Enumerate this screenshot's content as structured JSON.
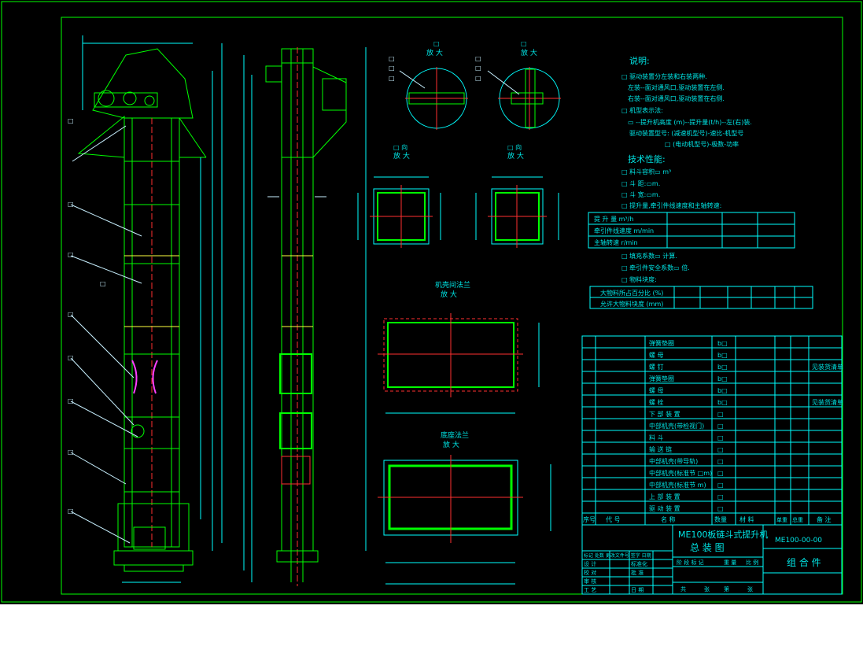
{
  "notes": {
    "title": "说明:",
    "lines": [
      "□ 驱动装置分左装和右装两种.",
      "左装--面对通风口,驱动装置在左侧.",
      "右装--面对通风口,驱动装置在右侧.",
      "□ 机型表示法:",
      "▭ --提升机高度 (m)--提升量(t/h)--左(右)装.",
      "驱动装置型号: (减速机型号)-速比-机型号",
      "□ (电动机型号)-极数-功率"
    ],
    "tech_title": "技术性能:",
    "tech_lines": [
      "□ 料斗容积▭ m³",
      "□ 斗  距:▭m.",
      "□ 斗  宽:▭m.",
      "□ 提升量,牵引件线速度和主轴转速:"
    ],
    "lower_lines": [
      "□ 填充系数▭ 计算.",
      "□ 牵引件安全系数▭ 倍.",
      "□ 物料块度:"
    ]
  },
  "perf_table": {
    "rows": [
      "提 升 量    m³/h",
      "牵引件线速度   m/min",
      "主轴转速      r/min"
    ]
  },
  "lump_table": {
    "rows": [
      "大物料所占百分比 (%)",
      "允许大物料块度 (mm)"
    ]
  },
  "views": {
    "detail1_label": "□",
    "detail1_scale": "放 大",
    "detail2_label": "□",
    "detail2_scale": "放 大",
    "sec1_label": "□ 向",
    "sec1_scale": "放 大",
    "sec2_label": "□ 向",
    "sec2_scale": "放 大",
    "flange1_label": "机壳间法兰",
    "flange1_scale": "放 大",
    "flange2_label": "底座法兰",
    "flange2_scale": "放 大"
  },
  "parts": {
    "rows": [
      {
        "name": "弹簧垫圈",
        "mat": "b□",
        "remark": ""
      },
      {
        "name": "螺  母",
        "mat": "b□",
        "remark": ""
      },
      {
        "name": "螺  钉",
        "mat": "b□",
        "remark": "见装货清单"
      },
      {
        "name": "弹簧垫圈",
        "mat": "b□",
        "remark": ""
      },
      {
        "name": "螺  母",
        "mat": "b□",
        "remark": ""
      },
      {
        "name": "螺  栓",
        "mat": "b□",
        "remark": "见装货清单"
      },
      {
        "name": "下 部 装 置",
        "mat": "□",
        "remark": ""
      },
      {
        "name": "中部机壳(带检视门)",
        "mat": "□",
        "remark": ""
      },
      {
        "name": "料  斗",
        "mat": "□",
        "remark": ""
      },
      {
        "name": "输 送 链",
        "mat": "□",
        "remark": ""
      },
      {
        "name": "中部机壳(带导轨)",
        "mat": "□",
        "remark": ""
      },
      {
        "name": "中部机壳(标准节 □m)",
        "mat": "□",
        "remark": ""
      },
      {
        "name": "中部机壳(标准节 m)",
        "mat": "□",
        "remark": ""
      },
      {
        "name": "上 部 装 置",
        "mat": "□",
        "remark": ""
      },
      {
        "name": "驱 动 装 置",
        "mat": "□",
        "remark": ""
      }
    ],
    "header": [
      "序号",
      "代  号",
      "名    称",
      "数量",
      "材   料",
      "单重",
      "总重",
      "备 注"
    ]
  },
  "title_block": {
    "model": "ME100板链斗式提升机",
    "drawing": "总 装 图",
    "code": "ME100-00-00",
    "category": "组 合 件",
    "rows": [
      "标记 处数 更改文件号 签字 日期",
      "设 计",
      "校 对",
      "审 核",
      "工 艺"
    ],
    "mid_labels": [
      "标准化",
      "批 准",
      "日 期"
    ],
    "stage_labels": [
      "阶 段 标 记",
      "重 量",
      "比 例"
    ],
    "bottom_labels": [
      "共",
      "张",
      "第",
      "张"
    ]
  },
  "colors": {
    "background": "#000000",
    "frame": "#00ff00",
    "line": "#00ffff",
    "text": "#00e5e5",
    "center": "#ff3030",
    "accent": "#ffff40",
    "magenta": "#ff40ff"
  }
}
